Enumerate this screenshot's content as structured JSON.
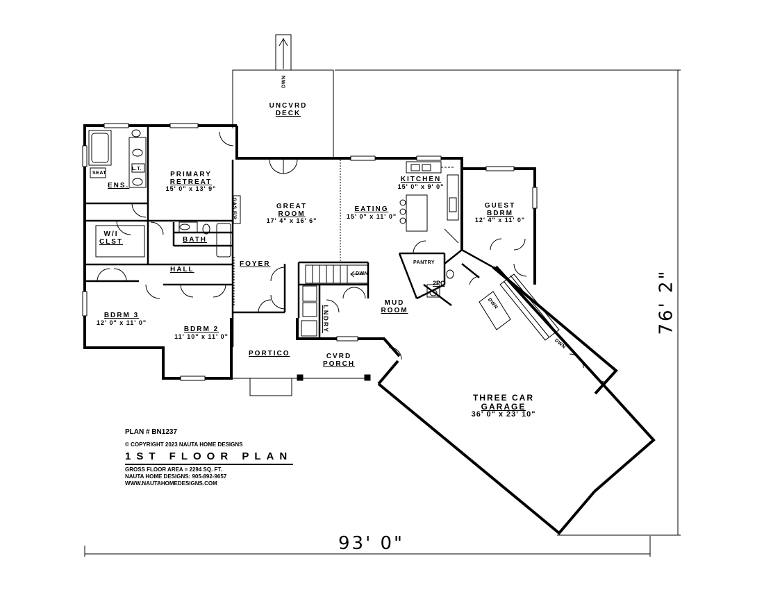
{
  "plan": {
    "number": "PLAN # BN1237",
    "copyright": "© COPYRIGHT 2023 NAUTA HOME DESIGNS",
    "title": "1ST FLOOR PLAN",
    "gross_area": "GROSS FLOOR AREA  =  2294  SQ. FT.",
    "phone": "NAUTA HOME DESIGNS:  905-892-9657",
    "website": "WWW.NAUTAHOMEDESIGNS.COM"
  },
  "dimensions": {
    "overall_width": "93' 0\"",
    "overall_depth": "76' 2\""
  },
  "rooms": {
    "deck": {
      "line1": "UNCVRD",
      "line2": "DECK"
    },
    "primary": {
      "line1": "PRIMARY",
      "line2": "RETREAT",
      "size": "15' 0\" x 13' 9\""
    },
    "ens": {
      "name": "ENS."
    },
    "seat": {
      "name": "SEAT"
    },
    "lt": {
      "name": "L.T."
    },
    "wi": {
      "line1": "W/I",
      "line2": "CLST"
    },
    "bath": {
      "name": "BATH"
    },
    "hall": {
      "name": "HALL"
    },
    "great": {
      "line1": "GREAT",
      "line2": "ROOM",
      "size": "17' 4\" x 16' 6\""
    },
    "gasfp": {
      "name": "GAS F/P"
    },
    "eating": {
      "name": "EATING",
      "size": "15' 0\" x 11' 0\""
    },
    "kitchen": {
      "name": "KITCHEN",
      "size": "15' 0\" x 9' 0\""
    },
    "guest": {
      "line1": "GUEST",
      "line2": "BDRM",
      "size": "12' 4\" x 11' 0\""
    },
    "pantry": {
      "name": "PANTRY"
    },
    "pc2": {
      "name": "2PC"
    },
    "foyer": {
      "name": "FOYER"
    },
    "mud": {
      "line1": "MUD",
      "line2": "ROOM"
    },
    "laundry": {
      "name": "LNDRY"
    },
    "bdrm3": {
      "name": "BDRM 3",
      "size": "12' 0\" x 11' 0\""
    },
    "bdrm2": {
      "name": "BDRM 2",
      "size": "11' 10\" x 11' 0\""
    },
    "portico": {
      "name": "PORTICO"
    },
    "porch": {
      "line1": "CVRD",
      "line2": "PORCH"
    },
    "garage": {
      "line1": "THREE CAR",
      "line2": "GARAGE",
      "size": "36' 0\" x 23' 10\""
    }
  },
  "stair_labels": {
    "deck_stair": "DWN",
    "main_stair": "DWN",
    "garage_stair_1": "DWN",
    "garage_stair_2": "DWN"
  }
}
